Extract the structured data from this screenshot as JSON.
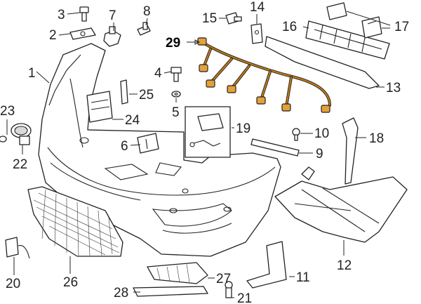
{
  "callouts": [
    {
      "id": "1",
      "label": "1"
    },
    {
      "id": "2",
      "label": "2"
    },
    {
      "id": "3",
      "label": "3"
    },
    {
      "id": "4",
      "label": "4"
    },
    {
      "id": "5",
      "label": "5"
    },
    {
      "id": "6",
      "label": "6"
    },
    {
      "id": "7",
      "label": "7"
    },
    {
      "id": "8",
      "label": "8"
    },
    {
      "id": "9",
      "label": "9"
    },
    {
      "id": "10",
      "label": "10"
    },
    {
      "id": "11",
      "label": "11"
    },
    {
      "id": "12",
      "label": "12"
    },
    {
      "id": "13",
      "label": "13"
    },
    {
      "id": "14",
      "label": "14"
    },
    {
      "id": "15",
      "label": "15"
    },
    {
      "id": "16",
      "label": "16"
    },
    {
      "id": "17",
      "label": "17"
    },
    {
      "id": "18",
      "label": "18"
    },
    {
      "id": "19",
      "label": "19"
    },
    {
      "id": "20",
      "label": "20"
    },
    {
      "id": "21",
      "label": "21"
    },
    {
      "id": "22",
      "label": "22"
    },
    {
      "id": "23",
      "label": "23"
    },
    {
      "id": "24",
      "label": "24"
    },
    {
      "id": "25",
      "label": "25"
    },
    {
      "id": "26",
      "label": "26"
    },
    {
      "id": "27",
      "label": "27"
    },
    {
      "id": "28",
      "label": "28"
    },
    {
      "id": "29",
      "label": "29"
    }
  ],
  "highlight": {
    "callout": "29",
    "color": "#000000"
  },
  "colors": {
    "harness": "#c07a16",
    "plug": "#e5a03a",
    "line": "#222222"
  }
}
